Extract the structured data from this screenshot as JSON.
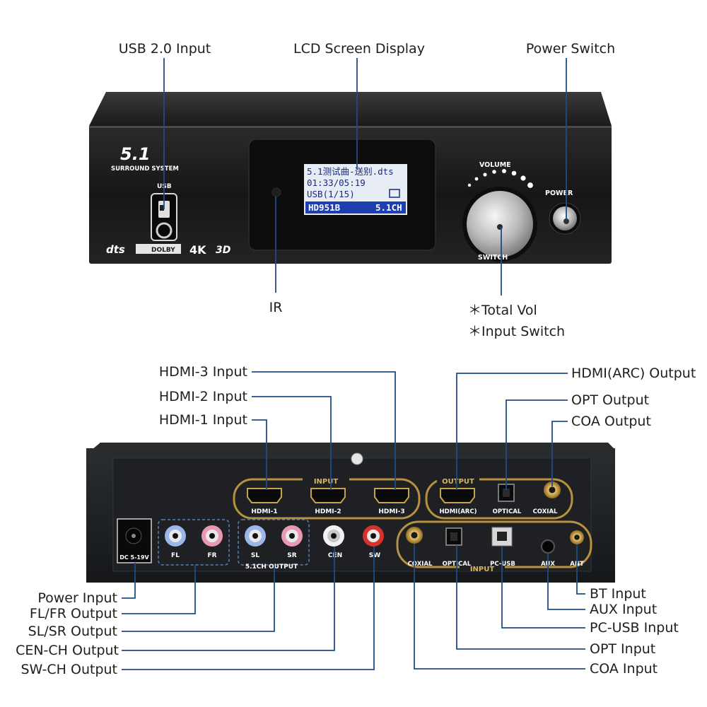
{
  "front": {
    "brand_mark": "5.1",
    "brand_text": "SURROUND SYSTEM",
    "usb_label": "USB",
    "logos": {
      "dts": "dts",
      "dolby": "DOLBY",
      "k4": "4K",
      "d3": "3D"
    },
    "lcd": {
      "line1": "5.1测试曲-送别.dts",
      "line2": "01:33/05:19",
      "line3": "USB(1/15)",
      "bar_left": "HD951B",
      "bar_right": "5.1CH"
    },
    "volume_label": "VOLUME",
    "switch_label": "SWITCH",
    "power_label": "POWER",
    "callouts": {
      "usb_input": "USB 2.0 Input",
      "lcd_display": "LCD Screen Display",
      "power_switch": "Power Switch",
      "ir": "IR",
      "total_vol": "＊Total Vol",
      "input_switch": "＊Input Switch"
    }
  },
  "rear": {
    "input_group": "INPUT",
    "output_group": "OUTPUT",
    "hdmi_ports": [
      "HDMI-1",
      "HDMI-2",
      "HDMI-3"
    ],
    "hdmi_arc": "HDMI(ARC)",
    "optical_out": "OPTICAL",
    "coaxial_out": "COXIAL",
    "dc_label": "DC 5-19V",
    "rca": [
      "FL",
      "FR",
      "SL",
      "SR",
      "CEN",
      "SW"
    ],
    "ch_output": "5.1CH OUTPUT",
    "inputs_row": [
      "COXIAL",
      "OPTICAL",
      "PC-USB",
      "AUX",
      "ANT"
    ],
    "input_row_group": "INPUT",
    "callouts": {
      "hdmi3": "HDMI-3 Input",
      "hdmi2": "HDMI-2 Input",
      "hdmi1": "HDMI-1 Input",
      "hdmi_arc": "HDMI(ARC) Output",
      "opt_out": "OPT Output",
      "coa_out": "COA Output",
      "power_input": "Power Input",
      "flfr": "FL/FR Output",
      "slsr": "SL/SR Output",
      "cen": "CEN-CH Output",
      "sw": "SW-CH Output",
      "bt": "BT Input",
      "aux": "AUX Input",
      "pcusb": "PC-USB Input",
      "opt_in": "OPT Input",
      "coa_in": "COA Input"
    }
  },
  "colors": {
    "leader": "#1f4c86",
    "chassis": "#1c1c1c",
    "gold": "#b8923e",
    "lcd_bg": "#e8ecf4",
    "lcd_bar": "#1d3fb0"
  }
}
